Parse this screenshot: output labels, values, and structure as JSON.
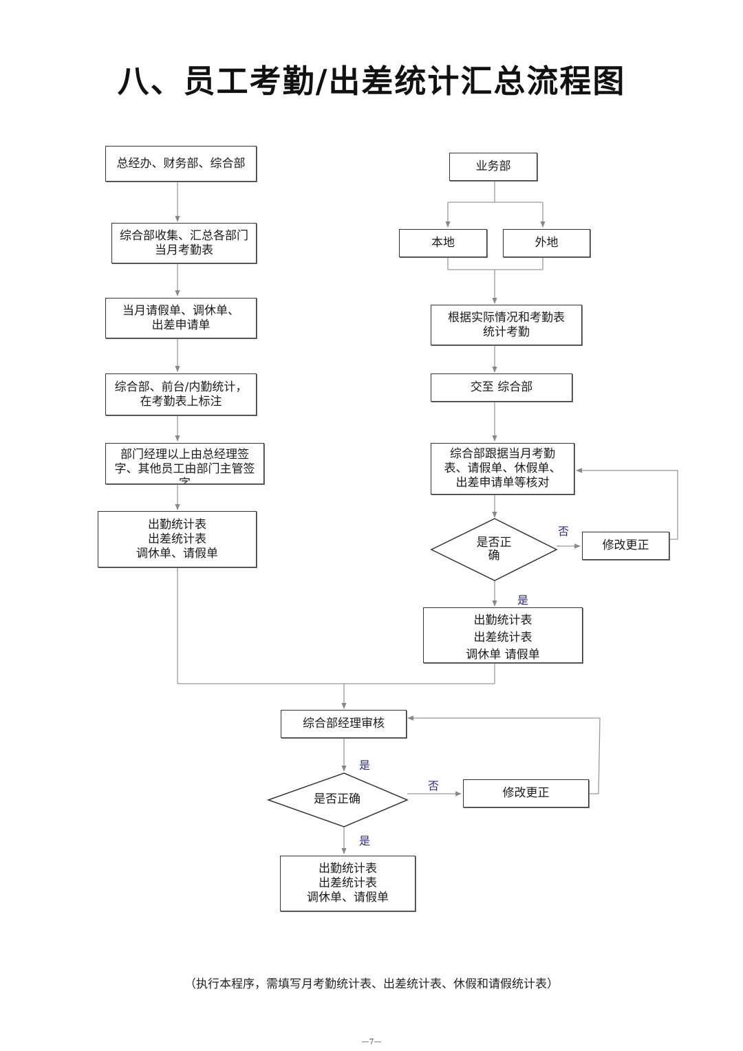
{
  "title": "八、员工考勤/出差统计汇总流程图",
  "left_flow": {
    "start": "总经办、财务部、综合部",
    "collect": "综合部收集、汇总各部门\n当月考勤表",
    "forms": "当月请假单、调休单、\n出差申请单",
    "mark": "综合部、前台/内勤统计，\n在考勤表上标注",
    "sign": "部门经理以上由总经理签\n字、其他员工由部门主管签\n字",
    "result": "出勤统计表\n出差统计表\n调休单、请假单"
  },
  "right_flow": {
    "start": "业务部",
    "local": "本地",
    "remote": "外地",
    "stat": "根据实际情况和考勤表\n统计考勤",
    "submit": "交至  综合部",
    "check": "综合部跟据当月考勤\n表、请假单、休假单、\n出差申请单等核对",
    "decision": "是否正\n确",
    "fix": "修改更正",
    "no_label": "否",
    "yes_label": "是",
    "result": "出勤统计表\n出差统计表\n调休单   请假单"
  },
  "bottom_flow": {
    "review": "综合部经理审核",
    "yes_label_1": "是",
    "decision": "是否正确",
    "no_label": "否",
    "fix": "修改更正",
    "yes_label_2": "是",
    "result": "出勤统计表\n出差统计表\n调休单、请假单"
  },
  "footer_note": "（执行本程序，需填写月考勤统计表、出差统计表、休假和请假统计表）",
  "page_number": "—7—"
}
